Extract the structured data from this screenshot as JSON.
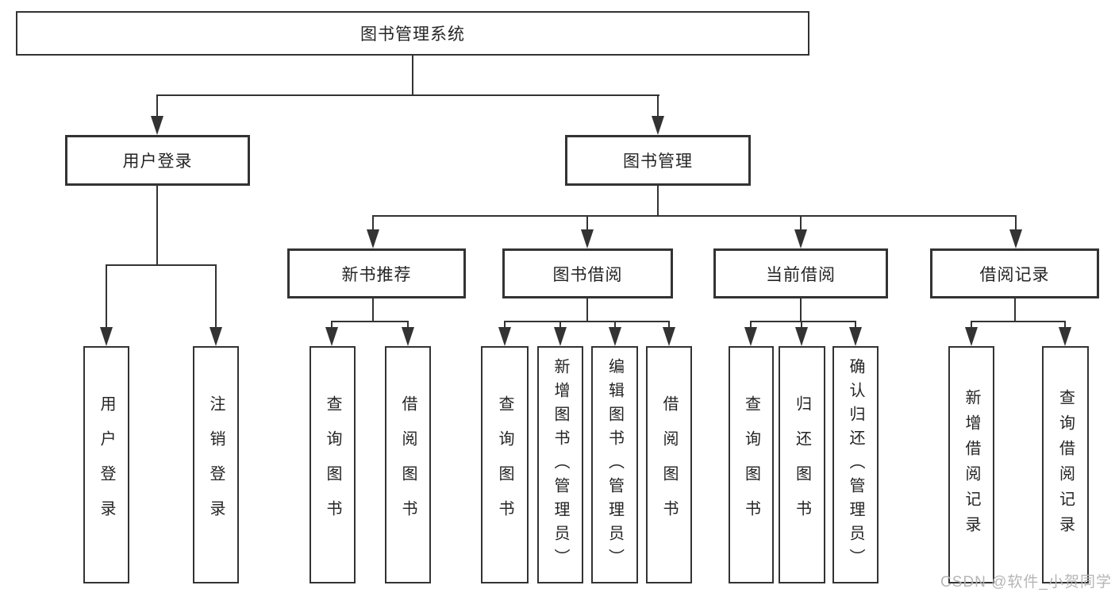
{
  "colors": {
    "line": "#333333",
    "text": "#242424",
    "background": "#ffffff",
    "watermark": "#b2b2b2"
  },
  "diagram": {
    "root": {
      "label": "图书管理系统"
    },
    "level2": [
      {
        "label": "用户登录"
      },
      {
        "label": "图书管理"
      }
    ],
    "level3": [
      {
        "label": "新书推荐"
      },
      {
        "label": "图书借阅"
      },
      {
        "label": "当前借阅"
      },
      {
        "label": "借阅记录"
      }
    ],
    "leaves": [
      {
        "label": "用户登录"
      },
      {
        "label": "注销登录"
      },
      {
        "label": "查询图书"
      },
      {
        "label": "借阅图书"
      },
      {
        "label": "查询图书"
      },
      {
        "label": "新增图书（管理员）"
      },
      {
        "label": "编辑图书（管理员）"
      },
      {
        "label": "借阅图书"
      },
      {
        "label": "查询图书"
      },
      {
        "label": "归还图书"
      },
      {
        "label": "确认归还（管理员）"
      },
      {
        "label": "新增借阅记录"
      },
      {
        "label": "查询借阅记录"
      }
    ],
    "watermark": "CSDN @软件_小贺同学"
  }
}
